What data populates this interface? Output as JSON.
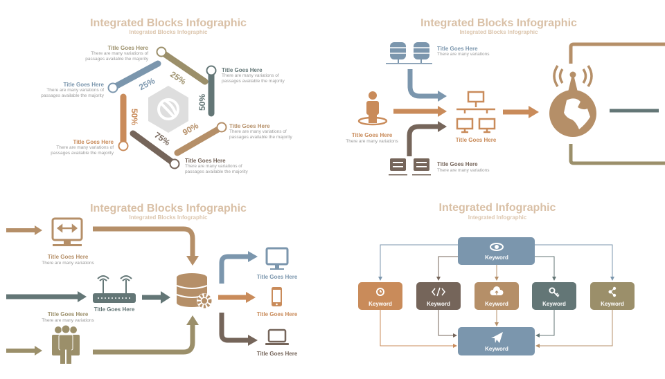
{
  "colors": {
    "tan": "#b58f68",
    "olive": "#9b8f6a",
    "slate": "#637676",
    "blue": "#7b96ad",
    "orange": "#c98b5a",
    "brown": "#75655a",
    "title": "#d9c0a6"
  },
  "panel1": {
    "title": "Integrated Blocks Infographic",
    "subtitle": "Integrated Blocks Infographic",
    "center_icon": "globe-logo-icon",
    "items": [
      {
        "title": "Title Goes Here",
        "desc1": "There are many variations of",
        "desc2": "passages available the majority",
        "percent": "25%"
      },
      {
        "title": "Title Goes Here",
        "desc1": "There are many variations of",
        "desc2": "passages available the majority",
        "percent": "50%"
      },
      {
        "title": "Title Goes Here",
        "desc1": "There are many variations of",
        "desc2": "passages available the majority",
        "percent": "90%"
      },
      {
        "title": "Title Goes Here",
        "desc1": "There are many variations of",
        "desc2": "passages available the majority",
        "percent": "75%"
      },
      {
        "title": "Title Goes Here",
        "desc1": "There are many variations of",
        "desc2": "passages available the majority",
        "percent": "50%"
      },
      {
        "title": "Title Goes Here",
        "desc1": "There are many variations of",
        "desc2": "passages available the majority",
        "percent": "25%"
      }
    ]
  },
  "panel2": {
    "title": "Integrated Blocks Infographic",
    "subtitle": "Integrated Blocks Infographic",
    "databases": {
      "title": "Title Goes Here",
      "desc": "There are many variations"
    },
    "user": {
      "title": "Title Goes Here",
      "desc": "There are many variations"
    },
    "network": {
      "title": "Title Goes Here"
    },
    "servers": {
      "title": "Title Goes Here",
      "desc": "There are many variations"
    }
  },
  "panel3": {
    "title": "Integrated Blocks Infographic",
    "subtitle": "Integrated Blocks Infographic",
    "monitor": {
      "title": "Title Goes Here",
      "desc": "There are many variations"
    },
    "router": {
      "title": "Title Goes Here"
    },
    "people": {
      "title": "Title Goes Here",
      "desc": "There are many variations"
    },
    "outputs": [
      {
        "title": "Title Goes Here"
      },
      {
        "title": "Title Goes Here"
      },
      {
        "title": "Title Goes Here"
      }
    ]
  },
  "panel4": {
    "title": "Integrated Infographic",
    "subtitle": "Integrated Infographic",
    "top": {
      "label": "Keyword",
      "icon": "eye-icon"
    },
    "middle": [
      {
        "label": "Keyword",
        "icon": "clock-icon"
      },
      {
        "label": "Keyword",
        "icon": "code-icon"
      },
      {
        "label": "Keyword",
        "icon": "cloud-upload-icon"
      },
      {
        "label": "Keyword",
        "icon": "key-icon"
      },
      {
        "label": "Keyword",
        "icon": "share-icon"
      }
    ],
    "bottom": {
      "label": "Keyword",
      "icon": "paper-plane-icon"
    }
  }
}
